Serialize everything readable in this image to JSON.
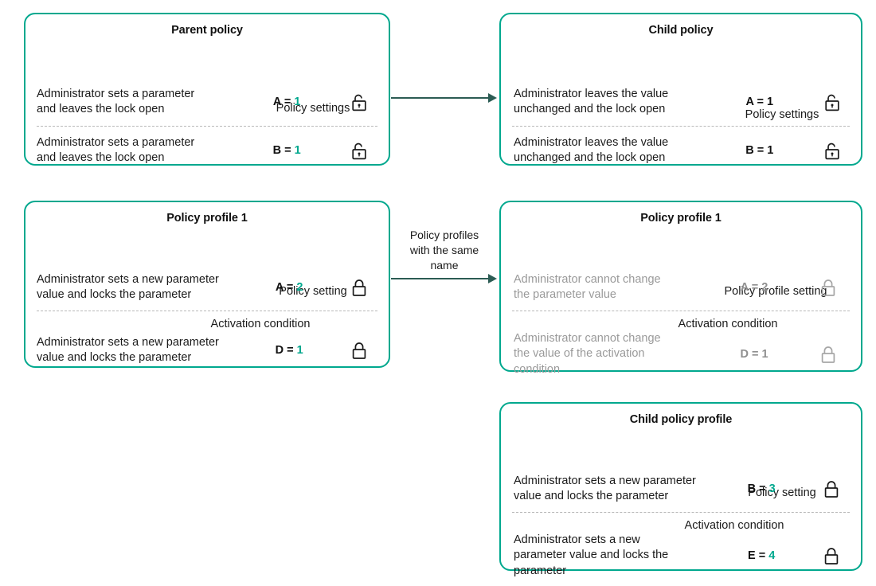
{
  "theme": {
    "accent": "#00a88e",
    "arrow": "#2c5c54",
    "text": "#1a1a1a",
    "muted_text": "#9a9a9a",
    "divider": "#b8b8b8"
  },
  "boxes": {
    "parent_policy": {
      "title": "Parent policy",
      "column_header": "Policy settings",
      "rows": [
        {
          "description": "Administrator sets a parameter\nand leaves the lock open",
          "param": "A",
          "value": "1",
          "lock": "lock-open-icon"
        },
        {
          "description": "Administrator sets a parameter\nand  leaves the lock open",
          "param": "B",
          "value": "1",
          "lock": "lock-open-icon"
        }
      ]
    },
    "child_policy": {
      "title": "Child policy",
      "column_header": "Policy settings",
      "rows": [
        {
          "description": "Administrator leaves the value\nunchanged and the lock open",
          "param": "A",
          "value": "1",
          "lock": "lock-open-icon"
        },
        {
          "description": "Administrator leaves the value\nunchanged and the lock open",
          "param": "B",
          "value": "1",
          "lock": "lock-open-icon"
        }
      ]
    },
    "policy_profile_left": {
      "title": "Policy profile 1",
      "rows": [
        {
          "column_header": "Policy setting",
          "description": "Administrator sets a new parameter\nvalue and locks the parameter",
          "param": "A",
          "value": "2",
          "lock": "lock-closed-icon"
        },
        {
          "column_header": "Activation condition",
          "description": "Administrator sets a new parameter\nvalue and locks the parameter",
          "param": "D",
          "value": "1",
          "lock": "lock-closed-icon"
        }
      ]
    },
    "policy_profile_right": {
      "title": "Policy profile 1",
      "rows": [
        {
          "column_header": "Policy profile setting",
          "description": "Administrator cannot change\nthe parameter value",
          "param": "A",
          "value": "2",
          "lock": "lock-closed-icon"
        },
        {
          "column_header": "Activation condition",
          "description": "Administrator cannot change\nthe value of the activation\ncondition",
          "param": "D",
          "value": "1",
          "lock": "lock-closed-icon"
        }
      ]
    },
    "child_policy_profile": {
      "title": "Child policy profile",
      "rows": [
        {
          "column_header": "Policy setting",
          "description": "Administrator sets a new parameter\n value and locks the parameter",
          "param": "B",
          "value": "3",
          "lock": "lock-closed-icon"
        },
        {
          "column_header": "Activation condition",
          "description": "Administrator sets a new\nparameter value and locks the\nparameter",
          "param": "E",
          "value": "4",
          "lock": "lock-closed-icon"
        }
      ]
    }
  },
  "connectors": {
    "top_arrow": {
      "label": ""
    },
    "middle_arrow": {
      "label": "Policy profiles\nwith the same\nname"
    }
  }
}
